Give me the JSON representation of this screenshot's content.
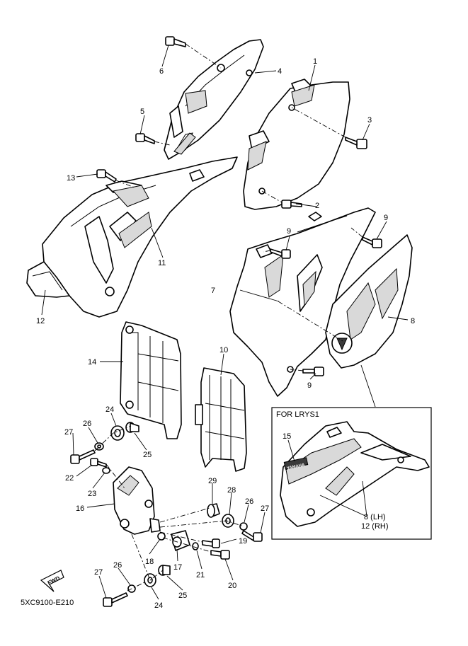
{
  "diagram": {
    "callouts": {
      "c1": "1",
      "c2": "2",
      "c3": "3",
      "c4": "4",
      "c5": "5",
      "c6": "6",
      "c7": "7",
      "c8": "8",
      "c9a": "9",
      "c9b": "9",
      "c9c": "9",
      "c10": "10",
      "c11": "11",
      "c12": "12",
      "c13": "13",
      "c14": "14",
      "c15": "15",
      "c16": "16",
      "c17": "17",
      "c18": "18",
      "c19": "19",
      "c20": "20",
      "c21": "21",
      "c22": "22",
      "c23": "23",
      "c24a": "24",
      "c24b": "24",
      "c25a": "25",
      "c25b": "25",
      "c26a": "26",
      "c26b": "26",
      "c26c": "26",
      "c27a": "27",
      "c27b": "27",
      "c27c": "27",
      "c28": "28",
      "c29": "29"
    },
    "inset": {
      "title": "FOR LRYS1",
      "label_lh": "8  (LH)",
      "label_rh": "12 (RH)"
    },
    "fwd_label": "FWD",
    "logo_text": "YAMAHA",
    "diagram_code": "5XC9100-E210"
  }
}
